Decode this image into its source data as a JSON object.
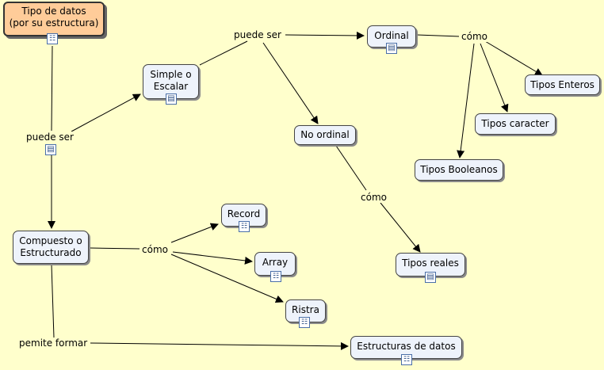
{
  "nodes": {
    "tipo_datos": "Tipo de datos\n(por su estructura)",
    "simple": "Simple o\nEscalar",
    "ordinal": "Ordinal",
    "no_ordinal": "No ordinal",
    "tipos_enteros": "Tipos Enteros",
    "tipos_caracter": "Tipos caracter",
    "tipos_booleanos": "Tipos Booleanos",
    "tipos_reales": "Tipos reales",
    "compuesto": "Compuesto o\nEstructurado",
    "record": "Record",
    "array": "Array",
    "ristra": "Ristra",
    "estructuras": "Estructuras de datos"
  },
  "links": {
    "puede_ser_left": "puede ser",
    "puede_ser_top": "puede ser",
    "como_ordinal": "cómo",
    "como_no_ordinal": "cómo",
    "como_compuesto": "cómo",
    "pemite_formar": "pemite formar"
  },
  "icons": {
    "resource_map": "resource-map-icon",
    "resource_doc": "resource-document-icon"
  },
  "colors": {
    "background": "#ffffcc",
    "root_fill": "#ffcc99",
    "node_fill": "#eef3fb"
  }
}
